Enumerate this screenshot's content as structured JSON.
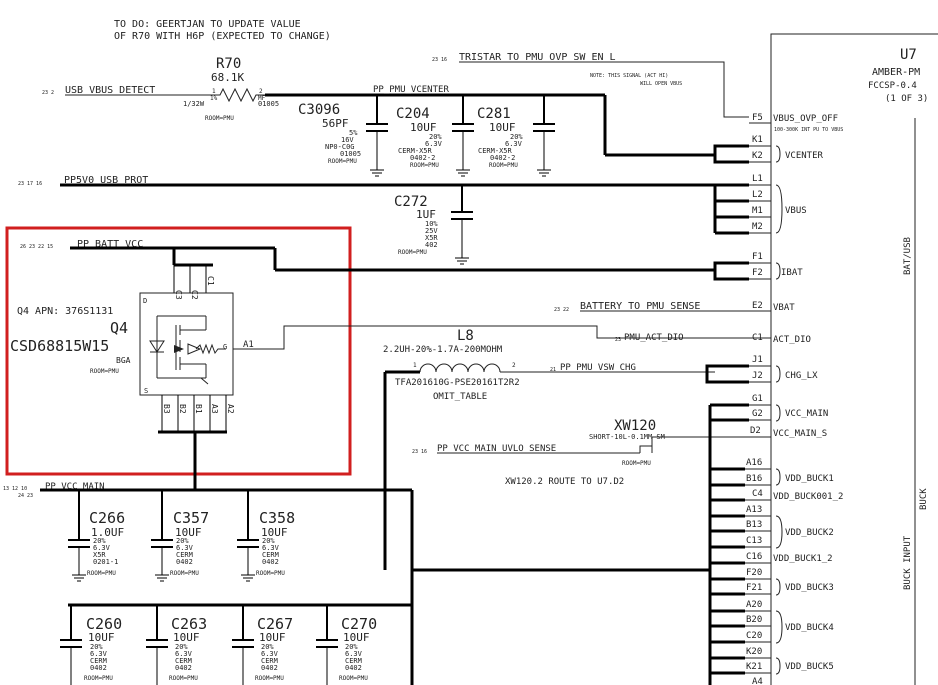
{
  "notes": {
    "todo_line1": "TO DO: GEERTJAN TO UPDATE VALUE",
    "todo_line2": "OF R70 WITH H6P (EXPECTED TO CHANGE)",
    "signal_note1": "NOTE: THIS SIGNAL (ACT HI)",
    "signal_note2": "WILL OPEN VBUS",
    "xw_route": "XW120.2 ROUTE TO U7.D2"
  },
  "nets": {
    "usb_vbus_detect": "USB_VBUS_DETECT",
    "usb_vbus_detect_pages": "23 2",
    "pp_pmu_vcenter": "PP_PMU_VCENTER",
    "tristar": "TRISTAR_TO_PMU_OVP_SW_EN_L",
    "tristar_pages": "23 16",
    "pp5v0": "PP5V0_USB_PROT",
    "pp5v0_pages": "23 17 16",
    "pp_batt": "PP_BATT_VCC",
    "pp_batt_pages": "26 23 22 15",
    "battery_sense": "BATTERY_TO_PMU_SENSE",
    "battery_sense_pages": "23 22",
    "pmu_act_dio": "PMU_ACT_DIO",
    "pmu_act_dio_pages": "23",
    "pp_pmu_vsw": "PP_PMU_VSW_CHG",
    "pp_pmu_vsw_pages": "21",
    "pp_vcc_main": "PP_VCC_MAIN",
    "pp_vcc_main_pages1": "13 12 10",
    "pp_vcc_main_pages2": "24 23",
    "uvlo_sense": "PP_VCC_MAIN_UVLO_SENSE",
    "uvlo_sense_pages": "23 16"
  },
  "r70": {
    "ref": "R70",
    "value": "68.1K",
    "pin1": "1",
    "pin2": "2",
    "tol": "1%",
    "power": "1/32W",
    "type": "MF",
    "size": "01005",
    "room": "ROOM=PMU"
  },
  "caps_top": [
    {
      "ref": "C3096",
      "value": "56PF",
      "lines": [
        "5%",
        "16V",
        "NP0-C0G",
        "01005"
      ],
      "room": "ROOM=PMU"
    },
    {
      "ref": "C204",
      "value": "10UF",
      "lines": [
        "20%",
        "6.3V",
        "CERM-X5R",
        "0402-2"
      ],
      "room": "ROOM=PMU"
    },
    {
      "ref": "C281",
      "value": "10UF",
      "lines": [
        "20%",
        "6.3V",
        "CERM-X5R",
        "0402-2"
      ],
      "room": "ROOM=PMU"
    },
    {
      "ref": "C272",
      "value": "1UF",
      "lines": [
        "10%",
        "25V",
        "X5R",
        "402"
      ],
      "room": "ROOM=PMU"
    }
  ],
  "q4": {
    "apn": "Q4 APN: 376S1131",
    "ref": "Q4",
    "part": "CSD68815W15",
    "pkg": "BGA",
    "room": "ROOM=PMU",
    "pins": {
      "c1": "C1",
      "c2": "C2",
      "c3": "C3",
      "a1": "A1",
      "a2": "A2",
      "a3": "A3",
      "b1": "B1",
      "b2": "B2",
      "b3": "B3",
      "d": "D",
      "g": "G",
      "s": "S"
    }
  },
  "l8": {
    "ref": "L8",
    "value": "2.2UH-20%-1.7A-200MOHM",
    "part": "TFA201610G-PSE20161T2R2",
    "pin1": "1",
    "pin2": "2",
    "omit": "OMIT_TABLE"
  },
  "xw120": {
    "ref": "XW120",
    "value": "SHORT-10L-0.1MM-SM",
    "room": "ROOM=PMU"
  },
  "caps_bottom_row1": [
    {
      "ref": "C266",
      "value": "1.0UF",
      "lines": [
        "20%",
        "6.3V",
        "X5R",
        "0201-1"
      ],
      "room": "ROOM=PMU"
    },
    {
      "ref": "C357",
      "value": "10UF",
      "lines": [
        "20%",
        "6.3V",
        "CERM",
        "0402"
      ],
      "room": "ROOM=PMU"
    },
    {
      "ref": "C358",
      "value": "10UF",
      "lines": [
        "20%",
        "6.3V",
        "CERM",
        "0402"
      ],
      "room": "ROOM=PMU"
    }
  ],
  "caps_bottom_row2": [
    {
      "ref": "C260",
      "value": "10UF",
      "lines": [
        "20%",
        "6.3V",
        "CERM",
        "0402"
      ],
      "room": "ROOM=PMU"
    },
    {
      "ref": "C263",
      "value": "10UF",
      "lines": [
        "20%",
        "6.3V",
        "CERM",
        "0402"
      ],
      "room": "ROOM=PMU"
    },
    {
      "ref": "C267",
      "value": "10UF",
      "lines": [
        "20%",
        "6.3V",
        "CERM",
        "0402"
      ],
      "room": "ROOM=PMU"
    },
    {
      "ref": "C270",
      "value": "10UF",
      "lines": [
        "20%",
        "6.3V",
        "CERM",
        "0402"
      ],
      "room": "ROOM=PMU"
    }
  ],
  "u7": {
    "ref": "U7",
    "part": "AMBER-PM",
    "pkg": "FCCSP-0.4",
    "sheet": "(1 OF 3)",
    "side_label1": "BAT/USB",
    "side_label2": "BUCK INPUT",
    "side_label3": "BUCK",
    "int_note": "100-300K INT PU TO VBUS",
    "pins": [
      {
        "num": "F5",
        "name": "VBUS_OVP_OFF"
      },
      {
        "num": "K1",
        "name": ""
      },
      {
        "num": "K2",
        "name": "VCENTER"
      },
      {
        "num": "L1",
        "name": ""
      },
      {
        "num": "L2",
        "name": ""
      },
      {
        "num": "M1",
        "name": "VBUS"
      },
      {
        "num": "M2",
        "name": ""
      },
      {
        "num": "F1",
        "name": ""
      },
      {
        "num": "F2",
        "name": "IBAT"
      },
      {
        "num": "E2",
        "name": "VBAT"
      },
      {
        "num": "C1",
        "name": "ACT_DIO"
      },
      {
        "num": "J1",
        "name": ""
      },
      {
        "num": "J2",
        "name": "CHG_LX"
      },
      {
        "num": "G1",
        "name": ""
      },
      {
        "num": "G2",
        "name": "VCC_MAIN"
      },
      {
        "num": "D2",
        "name": "VCC_MAIN_S"
      },
      {
        "num": "A16",
        "name": ""
      },
      {
        "num": "B16",
        "name": "VDD_BUCK1"
      },
      {
        "num": "C4",
        "name": "VDD_BUCK001_2"
      },
      {
        "num": "A13",
        "name": ""
      },
      {
        "num": "B13",
        "name": "VDD_BUCK2"
      },
      {
        "num": "C13",
        "name": ""
      },
      {
        "num": "C16",
        "name": "VDD_BUCK1_2"
      },
      {
        "num": "F20",
        "name": ""
      },
      {
        "num": "F21",
        "name": "VDD_BUCK3"
      },
      {
        "num": "A20",
        "name": ""
      },
      {
        "num": "B20",
        "name": "VDD_BUCK4"
      },
      {
        "num": "C20",
        "name": ""
      },
      {
        "num": "K20",
        "name": ""
      },
      {
        "num": "K21",
        "name": "VDD_BUCK5"
      },
      {
        "num": "A4",
        "name": ""
      }
    ]
  },
  "colors": {
    "highlight_box": "#d11f1f",
    "wire": "#000000"
  }
}
